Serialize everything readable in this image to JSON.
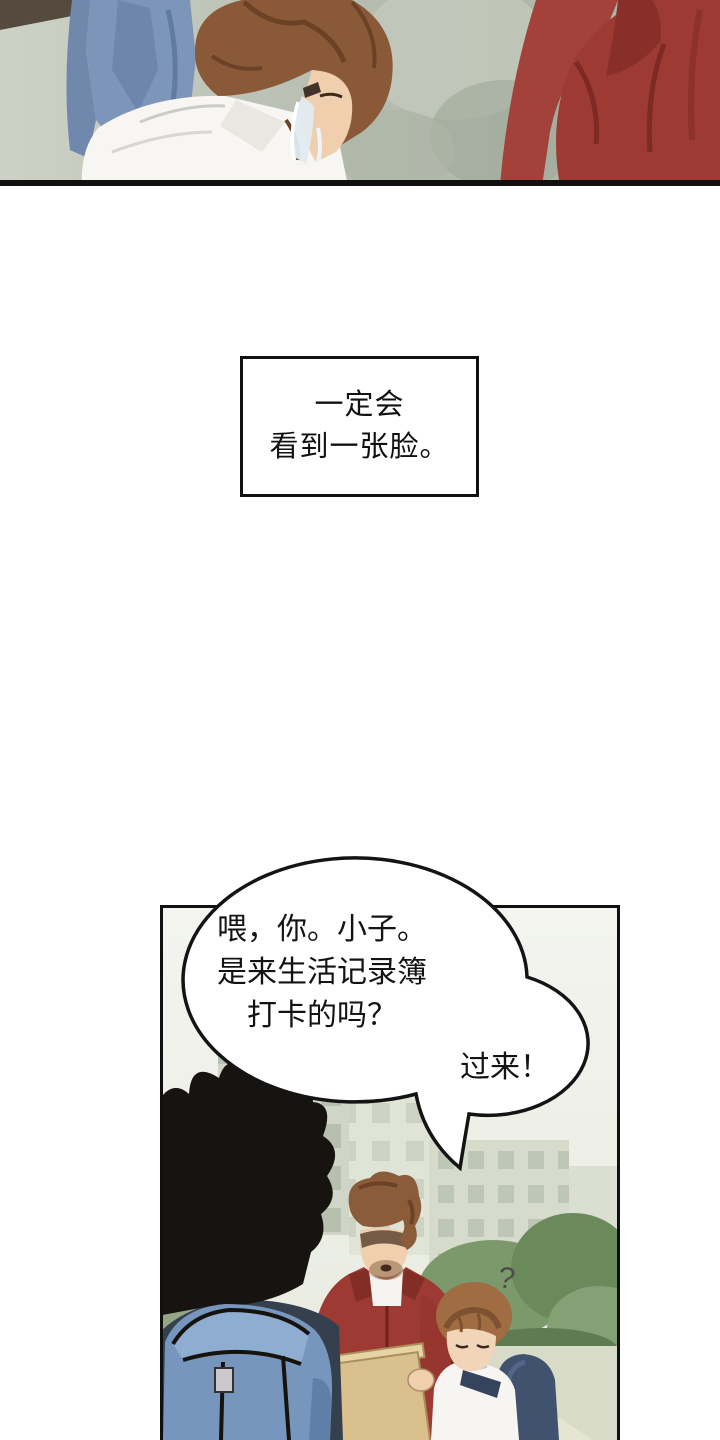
{
  "narration": {
    "line1": "一定会",
    "line2": "看到一张脸。"
  },
  "speech": {
    "line1": "喂，你。小子。",
    "line2": "是来生活记录簿",
    "line3": "打卡的吗？",
    "shout": "过来！"
  },
  "effects": {
    "question_mark": "?"
  },
  "colors": {
    "ink": "#141414",
    "panel_border": "#101010",
    "jacket_red": "#9c3a33",
    "jacket_red_shadow": "#7c2a23",
    "hair_brown": "#8a5a38",
    "hair_brown_dark": "#6b4226",
    "hair_black": "#171310",
    "kid_hair_brown": "#a06c42",
    "skin": "#efcfae",
    "denim_blue": "#7d95b8",
    "backpack_blue": "#7796bd",
    "backpack_navy": "#41526f",
    "paper_tan": "#d9c08c",
    "foliage_green": "#7c996c",
    "background_sage": "#b6bcb0",
    "shirt_white": "#f6f5f1",
    "bubble_white": "#ffffff"
  }
}
